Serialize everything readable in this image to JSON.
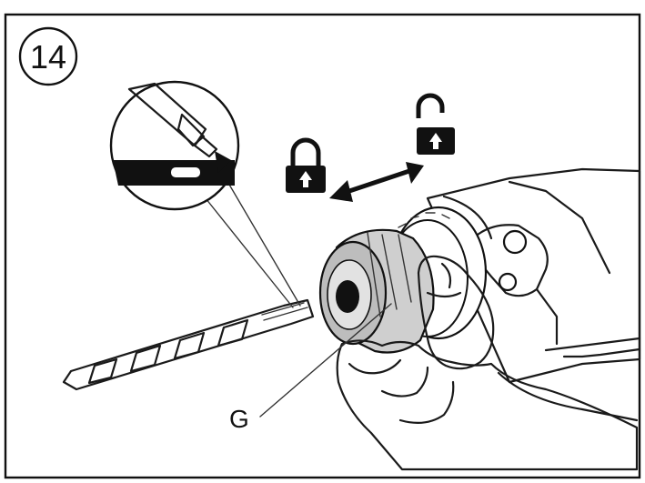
{
  "figure": {
    "step_number": "14",
    "callout_label": "G",
    "icons": {
      "locked": "padlock-closed",
      "unlocked": "padlock-open",
      "direction": "double-headed-arrow"
    },
    "colors": {
      "line": "#1a1a1a",
      "shade": "#cfcfcf",
      "dark_fill": "#111111",
      "background": "#ffffff"
    }
  }
}
